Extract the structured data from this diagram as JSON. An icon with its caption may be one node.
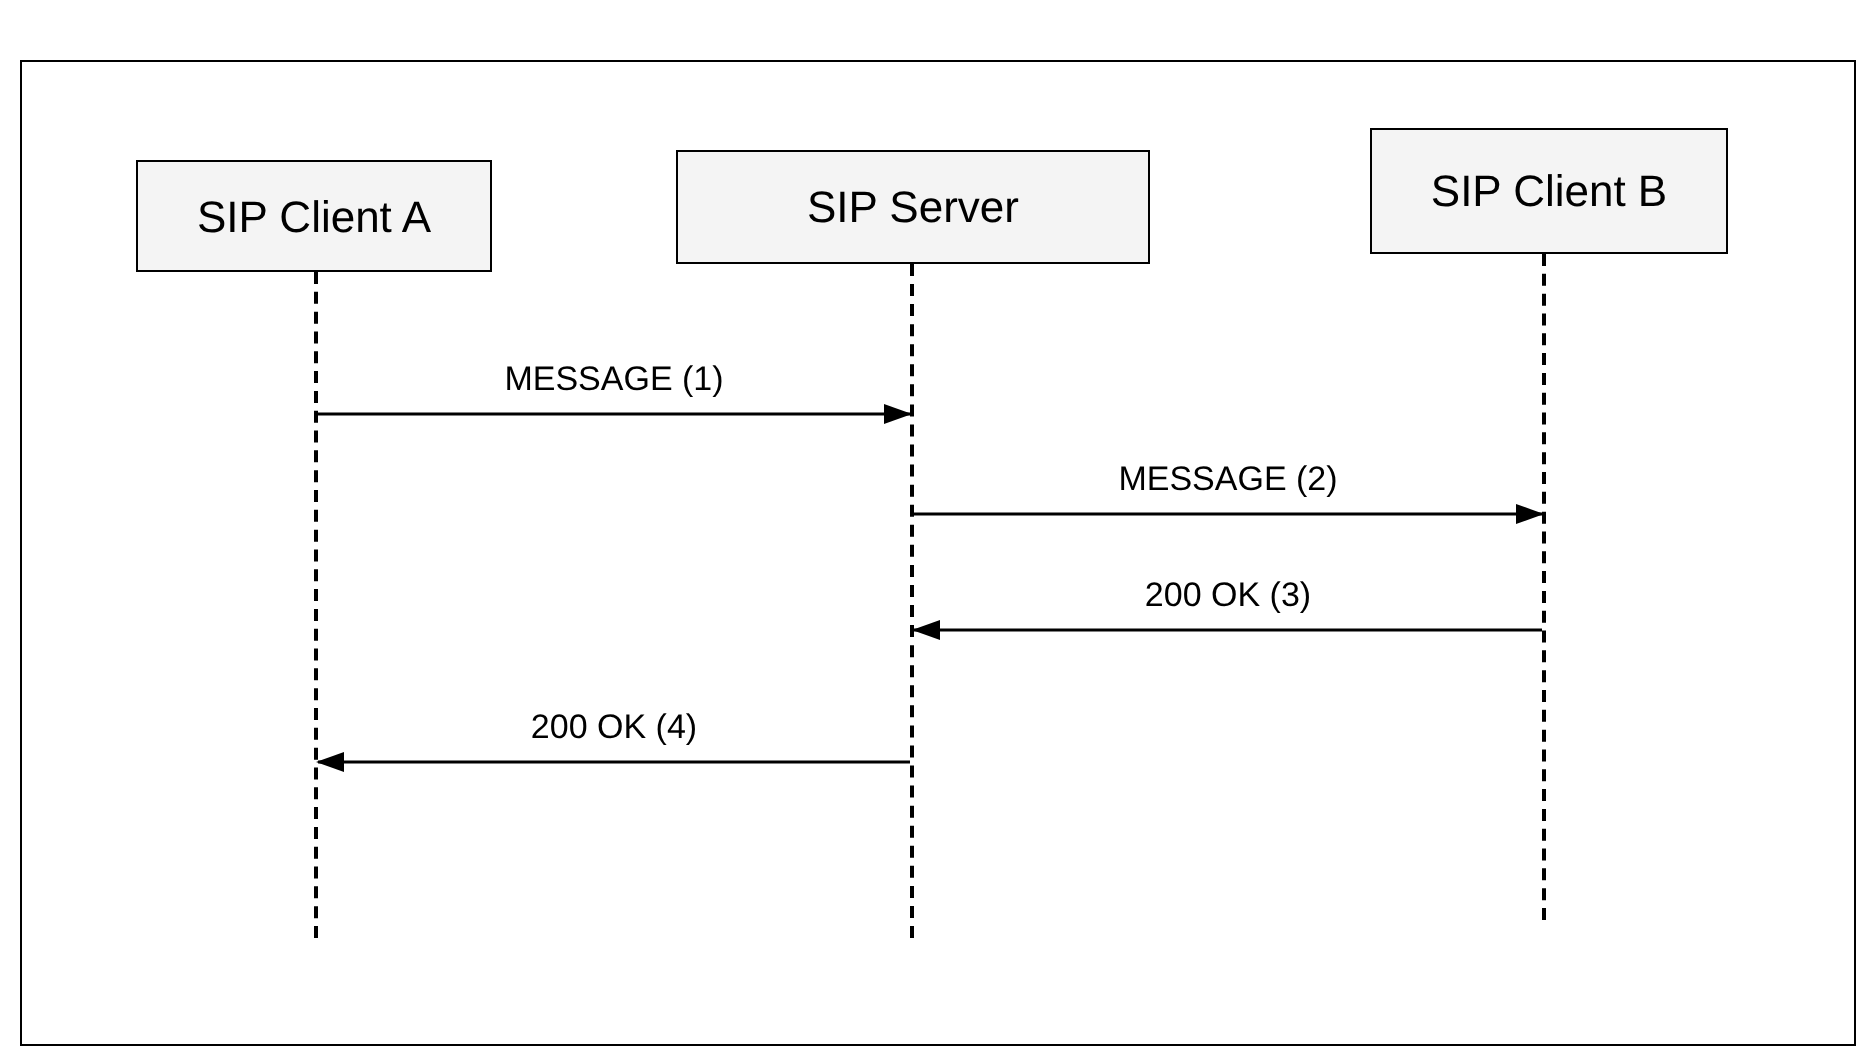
{
  "diagram": {
    "nodes": [
      {
        "text": [
          "SIP Client A"
        ]
      },
      {
        "text": [
          "SIP Server"
        ]
      },
      {
        "text": [
          "SIP Client B"
        ]
      },
      {
        "text": [],
        "shape": "line"
      },
      {
        "text": [],
        "shape": "line"
      },
      {
        "text": [],
        "shape": "line"
      }
    ],
    "edges": [
      {
        "from": 3,
        "to": 4,
        "arrow": "to",
        "label": "MESSAGE (1)"
      },
      {
        "from": 4,
        "to": 5,
        "arrow": "to",
        "label": "MESSAGE (2)"
      },
      {
        "from": 5,
        "to": 4,
        "arrow": "to",
        "label": "200 OK (3)"
      },
      {
        "from": 4,
        "to": 3,
        "arrow": "to",
        "label": "200 OK (4)"
      }
    ]
  }
}
